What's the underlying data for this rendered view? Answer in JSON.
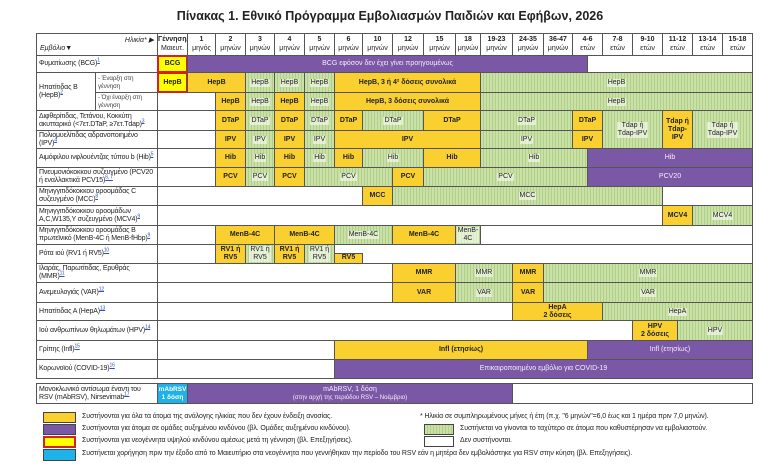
{
  "title": "Πίνακας 1. Εθνικό Πρόγραμμα Εμβολιασμών Παιδιών και Εφήβων, 2026",
  "header": {
    "age_label": "Ηλικία* ▶",
    "vaccine_label": "Εμβόλιο▼",
    "columns": [
      {
        "top": "Γέννηση/",
        "bottom": "Μαιευτ."
      },
      {
        "top": "1",
        "bottom": "μηνός"
      },
      {
        "top": "2",
        "bottom": "μηνών"
      },
      {
        "top": "3",
        "bottom": "μηνών"
      },
      {
        "top": "4",
        "bottom": "μηνών"
      },
      {
        "top": "5",
        "bottom": "μηνών"
      },
      {
        "top": "6",
        "bottom": "μηνών"
      },
      {
        "top": "10",
        "bottom": "μηνών"
      },
      {
        "top": "12",
        "bottom": "μηνών"
      },
      {
        "top": "15",
        "bottom": "μηνών"
      },
      {
        "top": "18",
        "bottom": "μηνών"
      },
      {
        "top": "19-23",
        "bottom": "μηνών"
      },
      {
        "top": "24-35",
        "bottom": "μηνών"
      },
      {
        "top": "36-47",
        "bottom": "μηνών"
      },
      {
        "top": "4-6",
        "bottom": "ετών"
      },
      {
        "top": "7-8",
        "bottom": "ετών"
      },
      {
        "top": "9-10",
        "bottom": "ετών"
      },
      {
        "top": "11-12",
        "bottom": "ετών"
      },
      {
        "top": "13-14",
        "bottom": "ετών"
      },
      {
        "top": "15-18",
        "bottom": "ετών"
      }
    ]
  },
  "hepb_group": {
    "label": "Ηπατίτιδας Β (HepB)",
    "sup": "2"
  },
  "rows": [
    {
      "id": "bcg",
      "label": "Φυματίωσης (BCG)",
      "sup": "1",
      "cells": [
        {
          "from": 0,
          "to": 1,
          "type": "R",
          "text": "BCG"
        },
        {
          "from": 1,
          "to": 14.5,
          "type": "P",
          "text": "BCG εφόσον δεν έχει γίνει προηγουμένως"
        }
      ]
    },
    {
      "id": "hepb-birth",
      "sublabel": "- Έναρξη στη γέννηση",
      "cells": [
        {
          "from": 0,
          "to": 1,
          "type": "R",
          "text": "HepB"
        },
        {
          "from": 1,
          "to": 3,
          "type": "Y",
          "text": "HepB"
        },
        {
          "from": 3,
          "to": 4,
          "type": "G",
          "text": "HepB"
        },
        {
          "from": 4,
          "to": 5,
          "type": "G",
          "text": "HepB"
        },
        {
          "from": 5,
          "to": 6,
          "type": "G",
          "text": "HepB"
        },
        {
          "from": 6,
          "to": 11,
          "type": "Y",
          "text": "HepB, 3 ή 4² δόσεις συνολικά"
        },
        {
          "from": 11,
          "to": 20,
          "type": "G",
          "text": "HepB"
        }
      ]
    },
    {
      "id": "hepb-nobirth",
      "sublabel": "- Όχι έναρξη στη γέννηση",
      "cells": [
        {
          "from": 2,
          "to": 3,
          "type": "Y",
          "text": "HepB"
        },
        {
          "from": 3,
          "to": 4,
          "type": "G",
          "text": "HepB"
        },
        {
          "from": 4,
          "to": 5,
          "type": "Y",
          "text": "HepB"
        },
        {
          "from": 5,
          "to": 6,
          "type": "G",
          "text": "HepB"
        },
        {
          "from": 6,
          "to": 11,
          "type": "Y",
          "text": "HepB, 3 δόσεις συνολικά"
        },
        {
          "from": 11,
          "to": 20,
          "type": "G",
          "text": "HepB"
        }
      ]
    },
    {
      "id": "dtap",
      "label": "Διφθερίτιδας, Τετάνου, Κοκκύτη ακυτταρικό (<7ετ.DTaP, ≥7ετ.Tdap)",
      "sup": "3",
      "cells": [
        {
          "from": 2,
          "to": 3,
          "type": "Y",
          "text": "DTaP"
        },
        {
          "from": 3,
          "to": 4,
          "type": "G",
          "text": "DTaP"
        },
        {
          "from": 4,
          "to": 5,
          "type": "Y",
          "text": "DTaP"
        },
        {
          "from": 5,
          "to": 6,
          "type": "G",
          "text": "DTaP"
        },
        {
          "from": 6,
          "to": 7,
          "type": "Y",
          "text": "DTaP"
        },
        {
          "from": 7,
          "to": 9,
          "type": "G",
          "text": "DTaP"
        },
        {
          "from": 9,
          "to": 11,
          "type": "Y",
          "text": "DTaP"
        },
        {
          "from": 11,
          "to": 14,
          "type": "G",
          "text": "DTaP"
        },
        {
          "from": 14,
          "to": 15,
          "type": "Y",
          "text": "DTaP"
        },
        {
          "from": 15,
          "to": 17,
          "type": "G",
          "text": "Tdap ή\nTdap-IPV",
          "rows": 2
        },
        {
          "from": 17,
          "to": 18,
          "type": "Y",
          "text": "Tdap ή\nTdap-\nIPV",
          "rows": 2
        },
        {
          "from": 18,
          "to": 20,
          "type": "G",
          "text": "Tdap ή\nTdap-IPV",
          "rows": 2
        }
      ]
    },
    {
      "id": "ipv",
      "label": "Πολιομυελίτιδας αδρανοποιημένο (IPV)",
      "sup": "4",
      "cells": [
        {
          "from": 2,
          "to": 3,
          "type": "Y",
          "text": "IPV"
        },
        {
          "from": 3,
          "to": 4,
          "type": "G",
          "text": "IPV"
        },
        {
          "from": 4,
          "to": 5,
          "type": "Y",
          "text": "IPV"
        },
        {
          "from": 5,
          "to": 6,
          "type": "G",
          "text": "IPV"
        },
        {
          "from": 6,
          "to": 11,
          "type": "Y",
          "text": "IPV"
        },
        {
          "from": 11,
          "to": 14,
          "type": "G",
          "text": "IPV"
        },
        {
          "from": 14,
          "to": 15,
          "type": "Y",
          "text": "IPV"
        }
      ]
    },
    {
      "id": "hib",
      "label": "Αιμόφιλου ινφλουέντζας τύπου b (Hib)",
      "sup": "5",
      "cells": [
        {
          "from": 2,
          "to": 3,
          "type": "Y",
          "text": "Hib"
        },
        {
          "from": 3,
          "to": 4,
          "type": "G",
          "text": "Hib"
        },
        {
          "from": 4,
          "to": 5,
          "type": "Y",
          "text": "Hib"
        },
        {
          "from": 5,
          "to": 6,
          "type": "G",
          "text": "Hib"
        },
        {
          "from": 6,
          "to": 7,
          "type": "Y",
          "text": "Hib"
        },
        {
          "from": 7,
          "to": 9,
          "type": "G",
          "text": "Hib"
        },
        {
          "from": 9,
          "to": 11,
          "type": "Y",
          "text": "Hib"
        },
        {
          "from": 11,
          "to": 14.5,
          "type": "G",
          "text": "Hib"
        },
        {
          "from": 14.5,
          "to": 20,
          "type": "P",
          "text": "Hib"
        }
      ]
    },
    {
      "id": "pcv",
      "label": "Πνευμονιόκοκκου συζευγμένο (PCV20 ή εναλλακτικά PCV15)",
      "sup": "6, 7",
      "cells": [
        {
          "from": 2,
          "to": 3,
          "type": "Y",
          "text": "PCV"
        },
        {
          "from": 3,
          "to": 4,
          "type": "G",
          "text": "PCV"
        },
        {
          "from": 4,
          "to": 5,
          "type": "Y",
          "text": "PCV"
        },
        {
          "from": 5,
          "to": 8,
          "type": "G",
          "text": "PCV"
        },
        {
          "from": 8,
          "to": 9,
          "type": "Y",
          "text": "PCV"
        },
        {
          "from": 9,
          "to": 14.5,
          "type": "G",
          "text": "PCV"
        },
        {
          "from": 14.5,
          "to": 20,
          "type": "P",
          "text": "PCV20"
        }
      ]
    },
    {
      "id": "mcc",
      "label": "Μηνιγγιτιδόκοκκου οροομάδας C συζευγμένο (MCC)",
      "sup": "8",
      "cells": [
        {
          "from": 7,
          "to": 8,
          "type": "Y",
          "text": "MCC"
        },
        {
          "from": 8,
          "to": 17,
          "type": "G",
          "text": "MCC"
        }
      ]
    },
    {
      "id": "mcv4",
      "label": "Μηνιγγιτιδόκοκκου οροομάδων A,C,W135,Y συζευγμένο (MCV4)",
      "sup": "9",
      "cells": [
        {
          "from": 17,
          "to": 18,
          "type": "Y",
          "text": "MCV4"
        },
        {
          "from": 18,
          "to": 20,
          "type": "G",
          "text": "MCV4"
        }
      ]
    },
    {
      "id": "menb",
      "label": "Μηνιγγιτιδόκοκκου οροομάδας Β πρωτεϊνικό (MenB-4C ή MenB-fHbp)",
      "sup": "9",
      "cells": [
        {
          "from": 2,
          "to": 4,
          "type": "Y",
          "text": "MenB-4C"
        },
        {
          "from": 4,
          "to": 6,
          "type": "Y",
          "text": "MenB-4C"
        },
        {
          "from": 6,
          "to": 8,
          "type": "G",
          "text": "MenB-4C"
        },
        {
          "from": 8,
          "to": 10,
          "type": "Y",
          "text": "MenB-4C"
        },
        {
          "from": 10,
          "to": 11,
          "type": "G",
          "text": "MenB-\n4C"
        }
      ]
    },
    {
      "id": "rv",
      "label": "Ρότα ιού (RV1 ή RV5)",
      "sup": "10",
      "cells": [
        {
          "from": 2,
          "to": 3,
          "type": "Y",
          "text": "RV1 ή\nRV5"
        },
        {
          "from": 3,
          "to": 4,
          "type": "G",
          "text": "RV1 ή\nRV5"
        },
        {
          "from": 4,
          "to": 5,
          "type": "Y",
          "text": "RV1 ή\nRV5"
        },
        {
          "from": 5,
          "to": 6,
          "type": "G",
          "text": "RV1 ή\nRV5"
        },
        {
          "from": 6,
          "to": 7,
          "type": "Y",
          "text": "RV5",
          "lower_half": true
        }
      ]
    },
    {
      "id": "mmr",
      "label": "Ιλαράς, Παρωτίτιδας, Ερυθράς (MMR)",
      "sup": "11",
      "cells": [
        {
          "from": 8,
          "to": 10,
          "type": "Y",
          "text": "MMR"
        },
        {
          "from": 10,
          "to": 12,
          "type": "G",
          "text": "MMR"
        },
        {
          "from": 12,
          "to": 13,
          "type": "Y",
          "text": "MMR"
        },
        {
          "from": 13,
          "to": 20,
          "type": "G",
          "text": "MMR"
        }
      ]
    },
    {
      "id": "var",
      "label": "Ανεμευλογιάς (VAR)",
      "sup": "12",
      "cells": [
        {
          "from": 8,
          "to": 10,
          "type": "Y",
          "text": "VAR"
        },
        {
          "from": 10,
          "to": 12,
          "type": "G",
          "text": "VAR"
        },
        {
          "from": 12,
          "to": 13,
          "type": "Y",
          "text": "VAR"
        },
        {
          "from": 13,
          "to": 20,
          "type": "G",
          "text": "VAR"
        }
      ]
    },
    {
      "id": "hepa",
      "label": "Ηπατίτιδας Α (HepA)",
      "sup": "13",
      "cells": [
        {
          "from": 12,
          "to": 15,
          "type": "Y",
          "text": "HepA\n2 δόσεις"
        },
        {
          "from": 15,
          "to": 20,
          "type": "G",
          "text": "HepA"
        }
      ]
    },
    {
      "id": "hpv",
      "label": "Ιού ανθρωπίνων θηλωμάτων (HPV)",
      "sup": "14",
      "cells": [
        {
          "from": 16,
          "to": 17.5,
          "type": "Y",
          "text": "HPV\n2 δόσεις"
        },
        {
          "from": 17.5,
          "to": 20,
          "type": "G",
          "text": "HPV"
        }
      ]
    },
    {
      "id": "infl",
      "label": "Γρίπης (Infl)",
      "sup": "15",
      "cells": [
        {
          "from": 6,
          "to": 14.5,
          "type": "Y",
          "text": "Infl (ετησίως)"
        },
        {
          "from": 14.5,
          "to": 20,
          "type": "P",
          "text": "Infl (ετησίως)"
        }
      ]
    },
    {
      "id": "covid",
      "label": "Κορωνοϊού (COVID-19)",
      "sup": "16",
      "cells": [
        {
          "from": 6,
          "to": 20,
          "type": "P",
          "text": "Επικαιροποιημένο εμβόλιο για COVID-19"
        }
      ]
    }
  ],
  "rsv": {
    "label": "Μονοκλωνικό αντίσωμα έναντι του RSV (mAbRSV), Nirsevimab",
    "sup": "17",
    "cells": [
      {
        "from": 0,
        "to": 1,
        "type": "B",
        "text": "mAbRSV\n1 δόση"
      },
      {
        "from": 1,
        "to": 12,
        "type": "P",
        "text": "mAbRSV, 1 δόση",
        "note": "(στην αρχή της περιόδου RSV – Νοέμβριο)"
      }
    ]
  },
  "legend": {
    "yellow": "Συστήνονται για όλα τα άτομα της ανάλογης ηλικίας που δεν έχουν ένδειξη ανοσίας.",
    "purple": "Συστήνονται για άτομα σε ομάδες αυξημένου κινδύνου (βλ. Ομάδες αυξημένου κινδύνου).",
    "red": "Συστήνονται για νεογέννητα υψηλού κινδύνου αμέσως μετά τη γέννηση (βλ. Επεξηγήσεις).",
    "blue": "Συστήνεται χορήγηση πριν την έξοδο από το Μαιευτήριο στα νεογέννητα που γεννήθηκαν την περίοδο του RSV εάν η μητέρα δεν εμβολιάστηκε για RSV στην κύηση (βλ. Επεξηγήσεις).",
    "age_note": "* Ηλικία  σε συμπληρωμένους μήνες ή έτη (π.χ. \"6 μηνών\"=6,0 έως και 1 ημέρα πριν 7,0 μηνών).",
    "green": "Συστήνεται να γίνονται το ταχύτερο σε άτομα που καθυστέρησαν να εμβολιαστούν.",
    "white": "Δεν συστήνονται."
  },
  "colors": {
    "yellow": "#f9d02f",
    "purple": "#7b58a6",
    "green": "#c9e0a6",
    "red": "#d42020",
    "bright_yellow": "#ffff00",
    "blue": "#1eb2e8"
  }
}
